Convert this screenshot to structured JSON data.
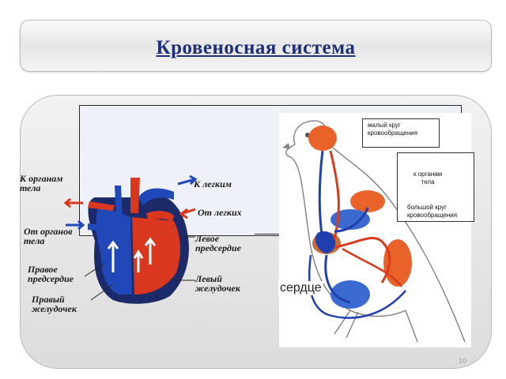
{
  "title": "Кровеносная система",
  "heart": {
    "to_body_organs": "К органам\nтела",
    "to_lungs": "К легким",
    "from_lungs": "От легких",
    "from_body_organs": "От органов\nтела",
    "left_atrium": "Левое\nпредсердие",
    "left_ventricle": "Левый\nжелудочек",
    "right_atrium": "Правое\nпредсердие",
    "right_ventricle": "Правый\nжелудочек"
  },
  "bird": {
    "pulmonary_circulation": "малый круг\nкровообращения",
    "to_body_organs": "к органам\nтела",
    "systemic_circulation": "большой круг\nкровообращения",
    "heart_label": "сердце"
  },
  "slide_number": "10",
  "colors": {
    "arterial": "#d93a1e",
    "venous": "#1f3fae",
    "title": "#1f2f7a"
  }
}
